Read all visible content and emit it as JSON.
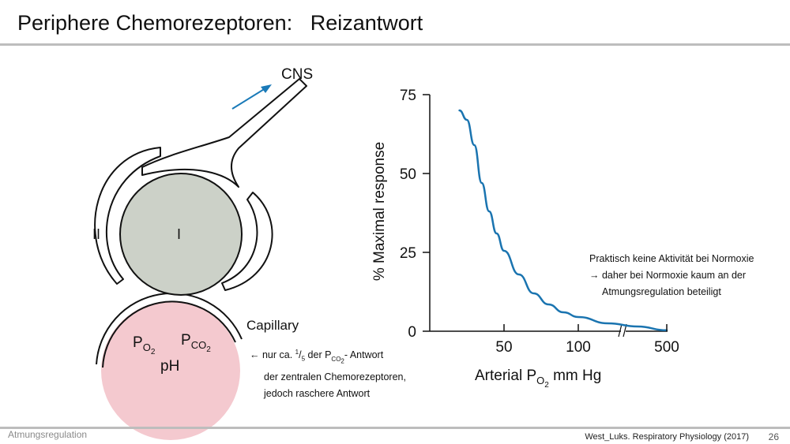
{
  "slide": {
    "title": "Periphere Chemorezeptoren:   Reizantwort",
    "footer_left": "Atmungsregulation",
    "source": "West_Luks. Respiratory Physiology (2017)",
    "page_number": "26"
  },
  "diagram": {
    "cns_label": "CNS",
    "type_i_label": "I",
    "type_ii_label": "II",
    "capillary_label": "Capillary",
    "po2_label": "P",
    "po2_sub": "O",
    "po2_subsub": "2",
    "pco2_label": "P",
    "pco2_sub": "CO",
    "pco2_subsub": "2",
    "ph_label": "pH",
    "arrow_color": "#1a7ab8",
    "type_i_fill": "#ccd1c8",
    "blood_fill": "#f4c9cf"
  },
  "notes": {
    "receptor_line1_pre": "← nur ca. ",
    "receptor_frac_num": "1",
    "receptor_frac_den": "5",
    "receptor_line1_mid": " der P",
    "receptor_line1_sub": "CO",
    "receptor_line1_subsub": "2",
    "receptor_line1_post": "- Antwort",
    "receptor_line2": "der zentralen Chemorezeptoren,",
    "receptor_line3": "jedoch raschere Antwort",
    "graph_line1": "Praktisch keine Aktivität bei Normoxie",
    "graph_line2": "→ daher bei Normoxie kaum an der",
    "graph_line3": "Atmungsregulation beteiligt"
  },
  "chart_data": {
    "type": "line",
    "xlabel": "Arterial P",
    "xlabel_sub": "O",
    "xlabel_subsub": "2",
    "xlabel_unit": " mm Hg",
    "ylabel": "% Maximal response",
    "x_ticks": [
      "50",
      "100",
      "500"
    ],
    "y_ticks": [
      "0",
      "25",
      "50",
      "75"
    ],
    "ylim": [
      0,
      75
    ],
    "x_axis_break": true,
    "line_color": "#1a74b0",
    "series": [
      {
        "x": [
          20,
          25,
          30,
          35,
          40,
          45,
          50,
          60,
          70,
          80,
          90,
          100,
          120,
          140,
          500
        ],
        "y": [
          70,
          67,
          59,
          47,
          38,
          31,
          25.5,
          18,
          12,
          8.5,
          6,
          4.5,
          2.5,
          1.5,
          0.3
        ]
      }
    ]
  }
}
